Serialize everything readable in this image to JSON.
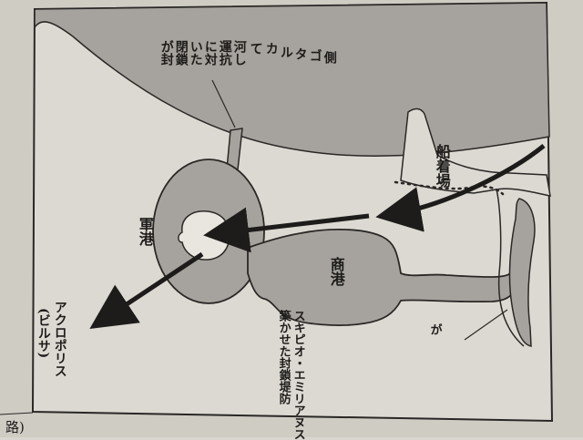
{
  "labels": {
    "blockade_note": [
      "が封",
      "閉鎖",
      "いた",
      "に対",
      "運抗",
      "河し",
      "て",
      "カ",
      "ル",
      "タ",
      "ゴ",
      "側"
    ],
    "shipyard": "船着場",
    "military_harbor": "軍港",
    "commercial_harbor": "商港",
    "acropolis": [
      "アクロポリス",
      "(ビルサ)"
    ],
    "breakwater_note": [
      "スキピオ・エミリアヌス",
      "築かせた封鎖堤防",
      "が"
    ],
    "corner_fragment": "路)"
  },
  "colors": {
    "paper": "#d9d6cf",
    "shade": "#a6a39e",
    "ink": "#1e1c1a"
  }
}
